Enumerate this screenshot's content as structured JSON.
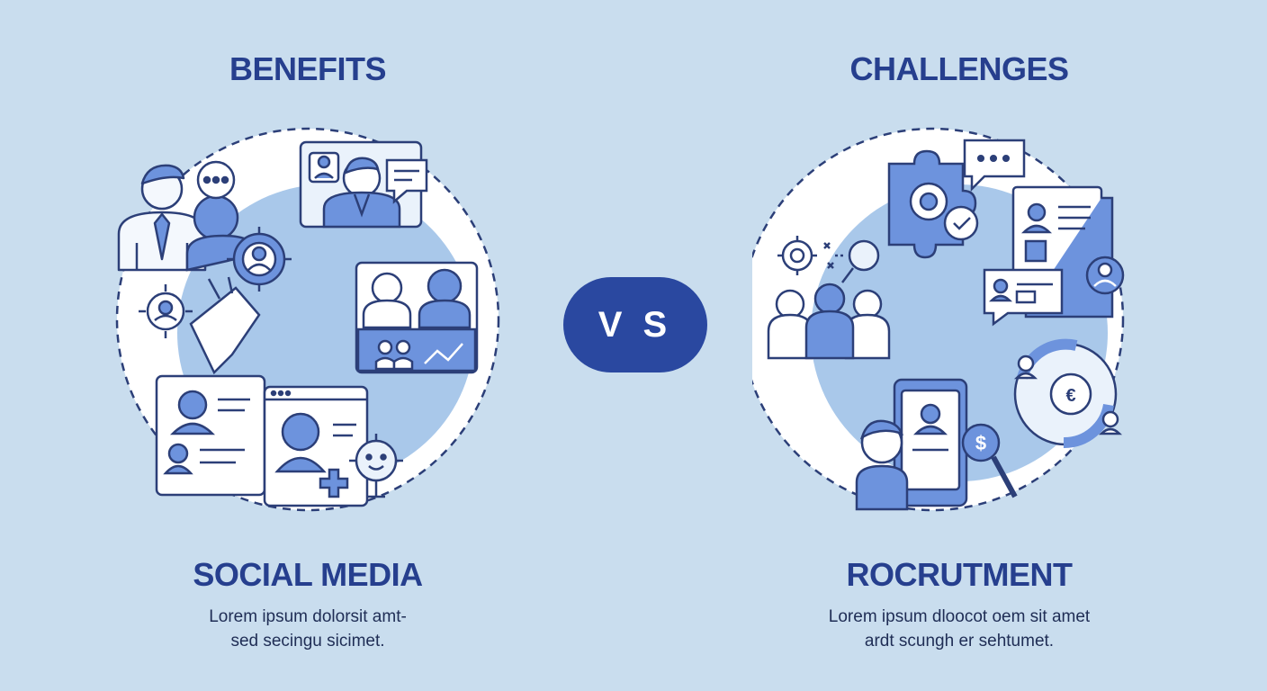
{
  "left": {
    "heading": "BENEFITS",
    "subject": "SOCIAL MEDIA",
    "description": [
      "Lorem ipsum dolorsit amt-",
      "sed secingu sicimet."
    ],
    "icons": [
      "person-icon",
      "chat-bubble-icon",
      "gear-icon",
      "video-call-icon",
      "profile-card-icon",
      "browser-window-icon",
      "medical-plus-icon",
      "smiley-bot-icon"
    ]
  },
  "center": {
    "vs_label": "V S"
  },
  "right": {
    "heading": "CHALLENGES",
    "subject": "ROCRUTMENT",
    "description": [
      "Lorem ipsum dloocot oem sit amet",
      "ardt scungh er sehtumet."
    ],
    "icons": [
      "puzzle-gear-icon",
      "chat-bubble-icon",
      "document-icon",
      "team-icon",
      "phone-profile-icon",
      "dollar-magnifier-icon",
      "cycle-icon"
    ]
  },
  "colors": {
    "background": "#c9ddee",
    "heading": "#263f8e",
    "accent_fill": "#6d93dd",
    "circle_fill": "#a9c8ea",
    "line": "#2c3f78",
    "vs_pill": "#2a48a0"
  }
}
